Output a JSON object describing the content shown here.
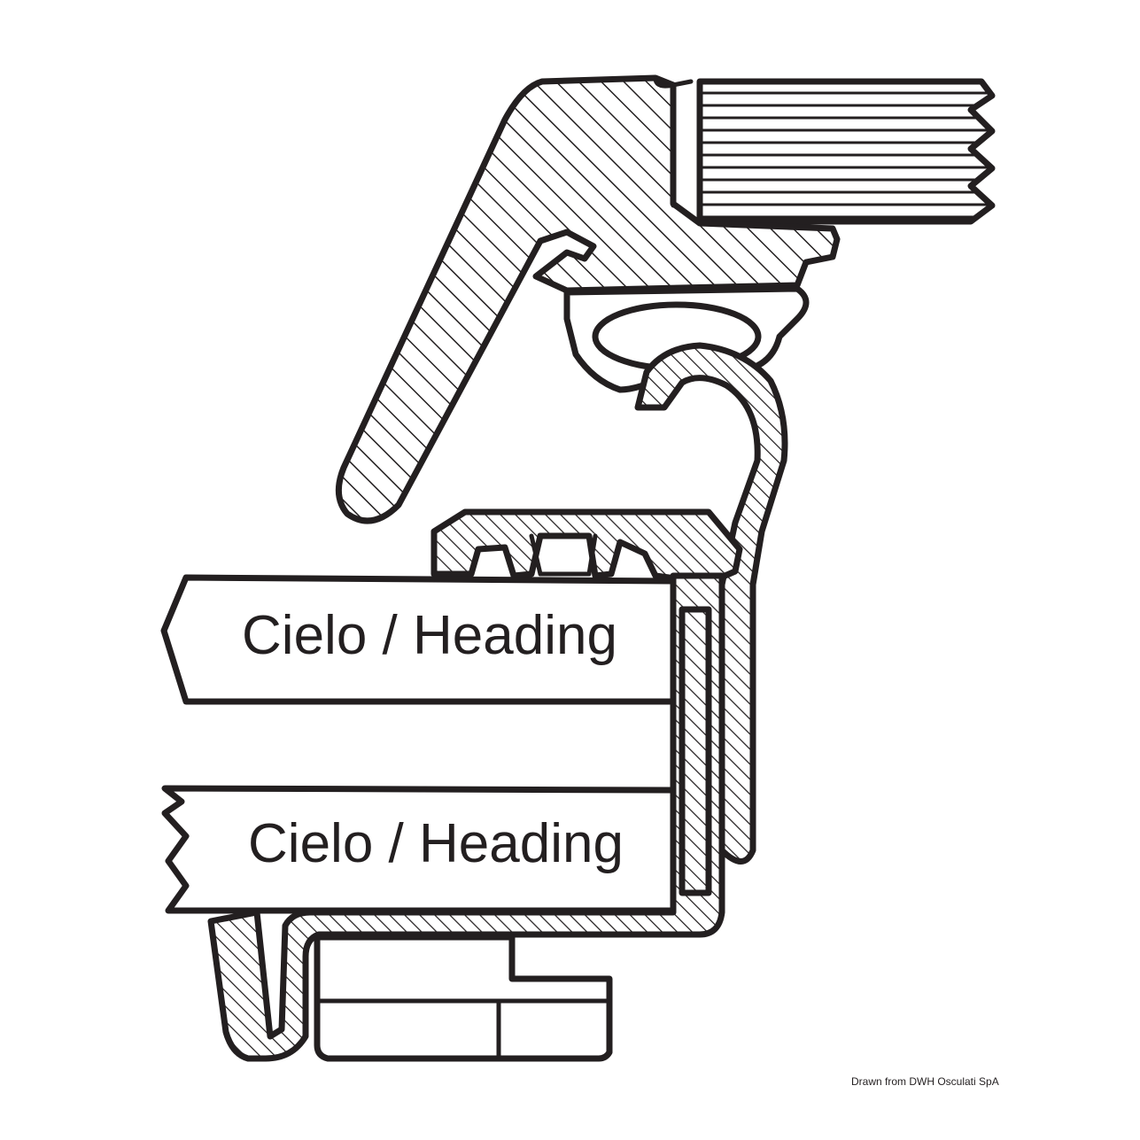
{
  "diagram": {
    "labels": {
      "upper_panel": "Cielo / Heading",
      "lower_panel": "Cielo / Heading"
    },
    "credit": "Drawn from DWH Osculati SpA",
    "colors": {
      "line": "#231f20",
      "background": "#ffffff"
    }
  }
}
